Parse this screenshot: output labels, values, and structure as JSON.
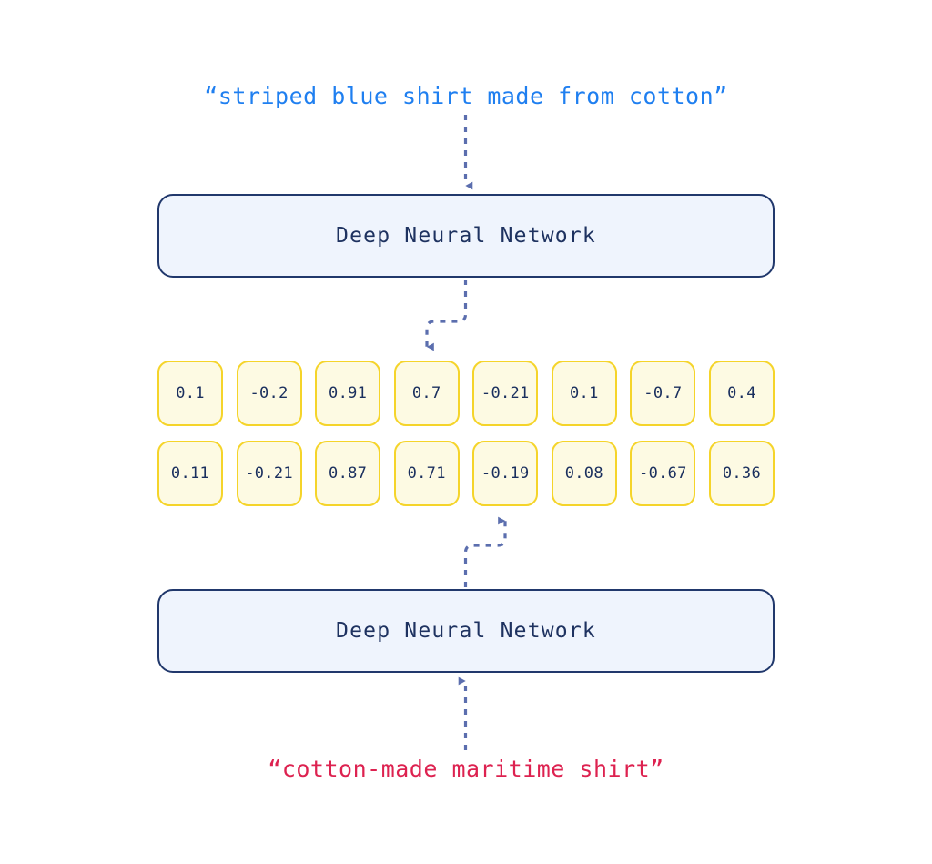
{
  "diagram": {
    "title": "Deep Neural Network text embedding comparison",
    "colors": {
      "positive_text": "#1f7ff0",
      "negative_text": "#dd2250",
      "network_border": "#21386c",
      "network_fill": "#eff4fd",
      "network_label": "#1e3260",
      "cell_border": "#f5d42a",
      "cell_fill": "#fdfae3",
      "cell_text": "#1a2f5e",
      "connector": "#5b6eae",
      "background": "#ffffff"
    }
  },
  "captions": {
    "top": "“striped blue shirt made from cotton”",
    "bottom": "“cotton-made maritime shirt”"
  },
  "networks": {
    "top_label": "Deep Neural Network",
    "bottom_label": "Deep Neural Network"
  },
  "embeddings": {
    "row1": [
      "0.1",
      "-0.2",
      "0.91",
      "0.7",
      "-0.21",
      "0.1",
      "-0.7",
      "0.4"
    ],
    "row2": [
      "0.11",
      "-0.21",
      "0.87",
      "0.71",
      "-0.19",
      "0.08",
      "-0.67",
      "0.36"
    ]
  },
  "connectors": {
    "top_input": "dashed-arrow-down-into-top-network",
    "top_output": "dashed-elbow-arrow-down-to-row1",
    "bottom_output": "dashed-elbow-arrow-up-to-row2",
    "bottom_input": "dashed-arrow-up-into-bottom-network"
  }
}
